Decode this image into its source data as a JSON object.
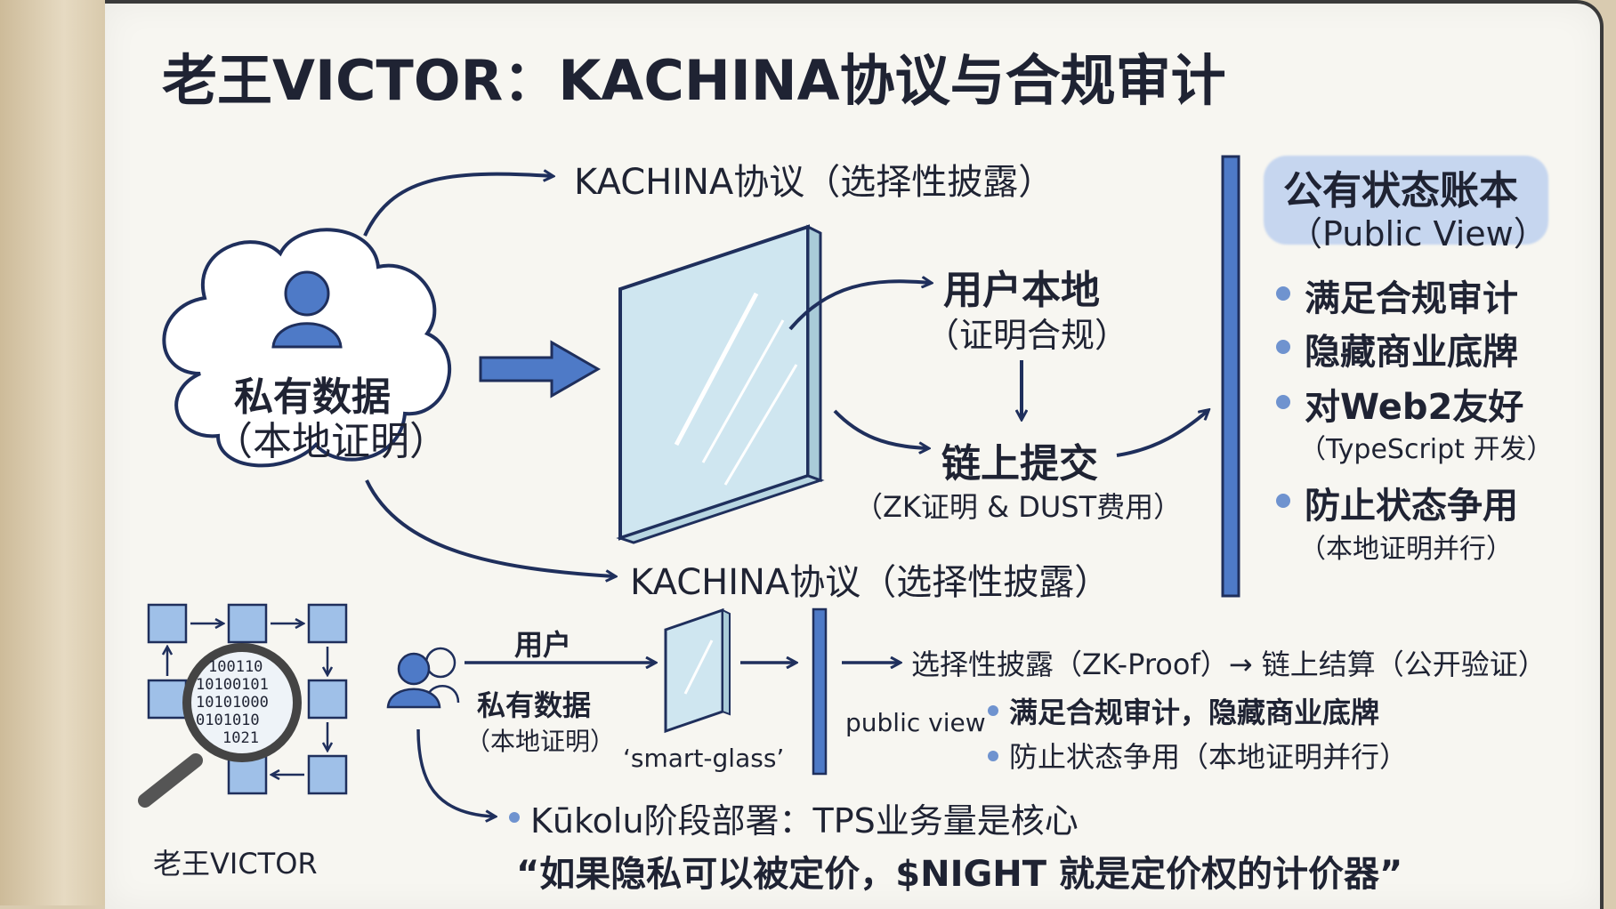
{
  "title": "老王VICTOR：KACHINA协议与合规审计",
  "top": {
    "arrow_label_top": "KACHINA协议（选择性披露）",
    "arrow_label_bottom": "KACHINA协议（选择性披露）",
    "cloud_line1": "私有数据",
    "cloud_line2": "（本地证明）",
    "local_line1": "用户本地",
    "local_line2": "（证明合规）",
    "chain_line1": "链上提交",
    "chain_line2": "（ZK证明 & DUST费用）"
  },
  "ledger": {
    "title_line1": "公有状态账本",
    "title_line2": "（Public View）",
    "items": [
      {
        "text": "满足合规审计",
        "sub": ""
      },
      {
        "text": "隐藏商业底牌",
        "sub": ""
      },
      {
        "text": "对Web2友好",
        "sub": "（TypeScript 开发）"
      },
      {
        "text": "防止状态争用",
        "sub": "（本地证明并行）"
      }
    ]
  },
  "bottom": {
    "user_label": "用户",
    "data_line1": "私有数据",
    "data_line2": "（本地证明）",
    "glass_label": "‘smart-glass’",
    "flow_text": "选择性披露（ZK-Proof）→ 链上结算（公开验证）",
    "public_view": "public view",
    "bullets": [
      "满足合规审计，隐藏商业底牌",
      "防止状态争用（本地证明并行）"
    ],
    "deploy_text": "Kūkolu阶段部署：TPS业务量是核心",
    "quote": "“如果隐私可以被定价，$NIGHT 就是定价权的计价器”",
    "binary_rows": [
      "100110",
      "10100101",
      "10101000",
      "0101010",
      "1021"
    ]
  },
  "author": "老王VICTOR",
  "colors": {
    "accent": "#3d67b8",
    "dark_navy": "#1f2f5c",
    "glass": "#cfe6f0",
    "highlight": "#c6d6ef"
  }
}
